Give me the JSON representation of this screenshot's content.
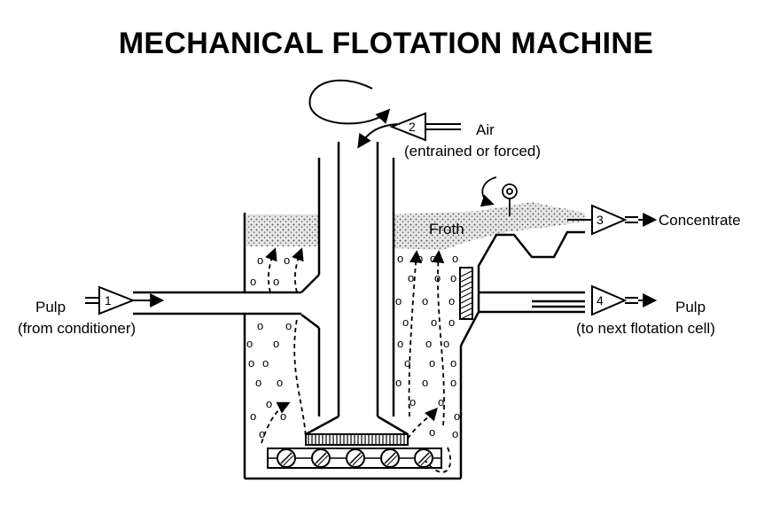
{
  "title": "MECHANICAL FLOTATION MACHINE",
  "labels": {
    "air_line1": "Air",
    "air_line2": "(entrained or forced)",
    "froth": "Froth",
    "concentrate": "Concentrate",
    "pulp_in_line1": "Pulp",
    "pulp_in_line2": "(from conditioner)",
    "pulp_out_line1": "Pulp",
    "pulp_out_line2": "(to next flotation cell)"
  },
  "valves": [
    {
      "id": "valve-1",
      "number": "1"
    },
    {
      "id": "valve-2",
      "number": "2"
    },
    {
      "id": "valve-3",
      "number": "3"
    },
    {
      "id": "valve-4",
      "number": "4"
    }
  ],
  "bubble_glyph": "o",
  "colors": {
    "line": "#000000",
    "froth": "#d8d8d8",
    "background": "#ffffff"
  }
}
